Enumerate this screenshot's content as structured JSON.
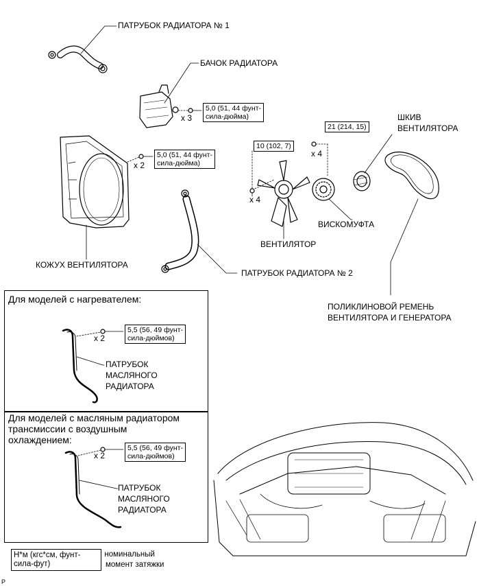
{
  "labels": {
    "hose1": "ПАТРУБОК РАДИАТОРА № 1",
    "reservoir": "БАЧОК РАДИАТОРА",
    "pulley_l1": "ШКИВ",
    "pulley_l2": "ВЕНТИЛЯТОРА",
    "viscous": "ВИСКОМУФТА",
    "fan": "ВЕНТИЛЯТОР",
    "shroud": "КОЖУХ ВЕНТИЛЯТОРА",
    "hose2": "ПАТРУБОК РАДИАТОРА № 2",
    "belt_l1": "ПОЛИКЛИНОВОЙ РЕМЕНЬ",
    "belt_l2": "ВЕНТИЛЯТОРА И ГЕНЕРАТОРА"
  },
  "torques": {
    "reservoir": {
      "l1": "5,0 (51, 44 фунт-",
      "l2": "сила-дюйма)",
      "count": "x 3"
    },
    "shroud": {
      "l1": "5,0 (51, 44 фунт-",
      "l2": "сила-дюйма)",
      "count": "x 2"
    },
    "fan": {
      "l1": "10 (102, 7)",
      "count": "x 4"
    },
    "viscous": {
      "l1": "21 (214, 15)",
      "count": "x 4"
    }
  },
  "panel1": {
    "title": "Для моделей с нагревателем:",
    "torque_l1": "5,5 (56, 49 фунт-",
    "torque_l2": "сила-дюймов)",
    "count": "x 2",
    "part_l1": "ПАТРУБОК",
    "part_l2": "МАСЛЯНОГО",
    "part_l3": "РАДИАТОРА"
  },
  "panel2": {
    "title_l1": "Для моделей с масляным радиатором",
    "title_l2": "трансмиссии с воздушным",
    "title_l3": "охлаждением:",
    "torque_l1": "5,5 (56, 49 фунт-",
    "torque_l2": "сила-дюймов)",
    "count": "x 2",
    "part_l1": "ПАТРУБОК",
    "part_l2": "МАСЛЯНОГО",
    "part_l3": "РАДИАТОРА"
  },
  "legend": {
    "box_l1": "Н*м (кгс*см, фунт-",
    "box_l2": "сила-фут)",
    "desc_l1": ": номинальный",
    "desc_l2": "момент затяжки"
  },
  "corner_mark": "P"
}
